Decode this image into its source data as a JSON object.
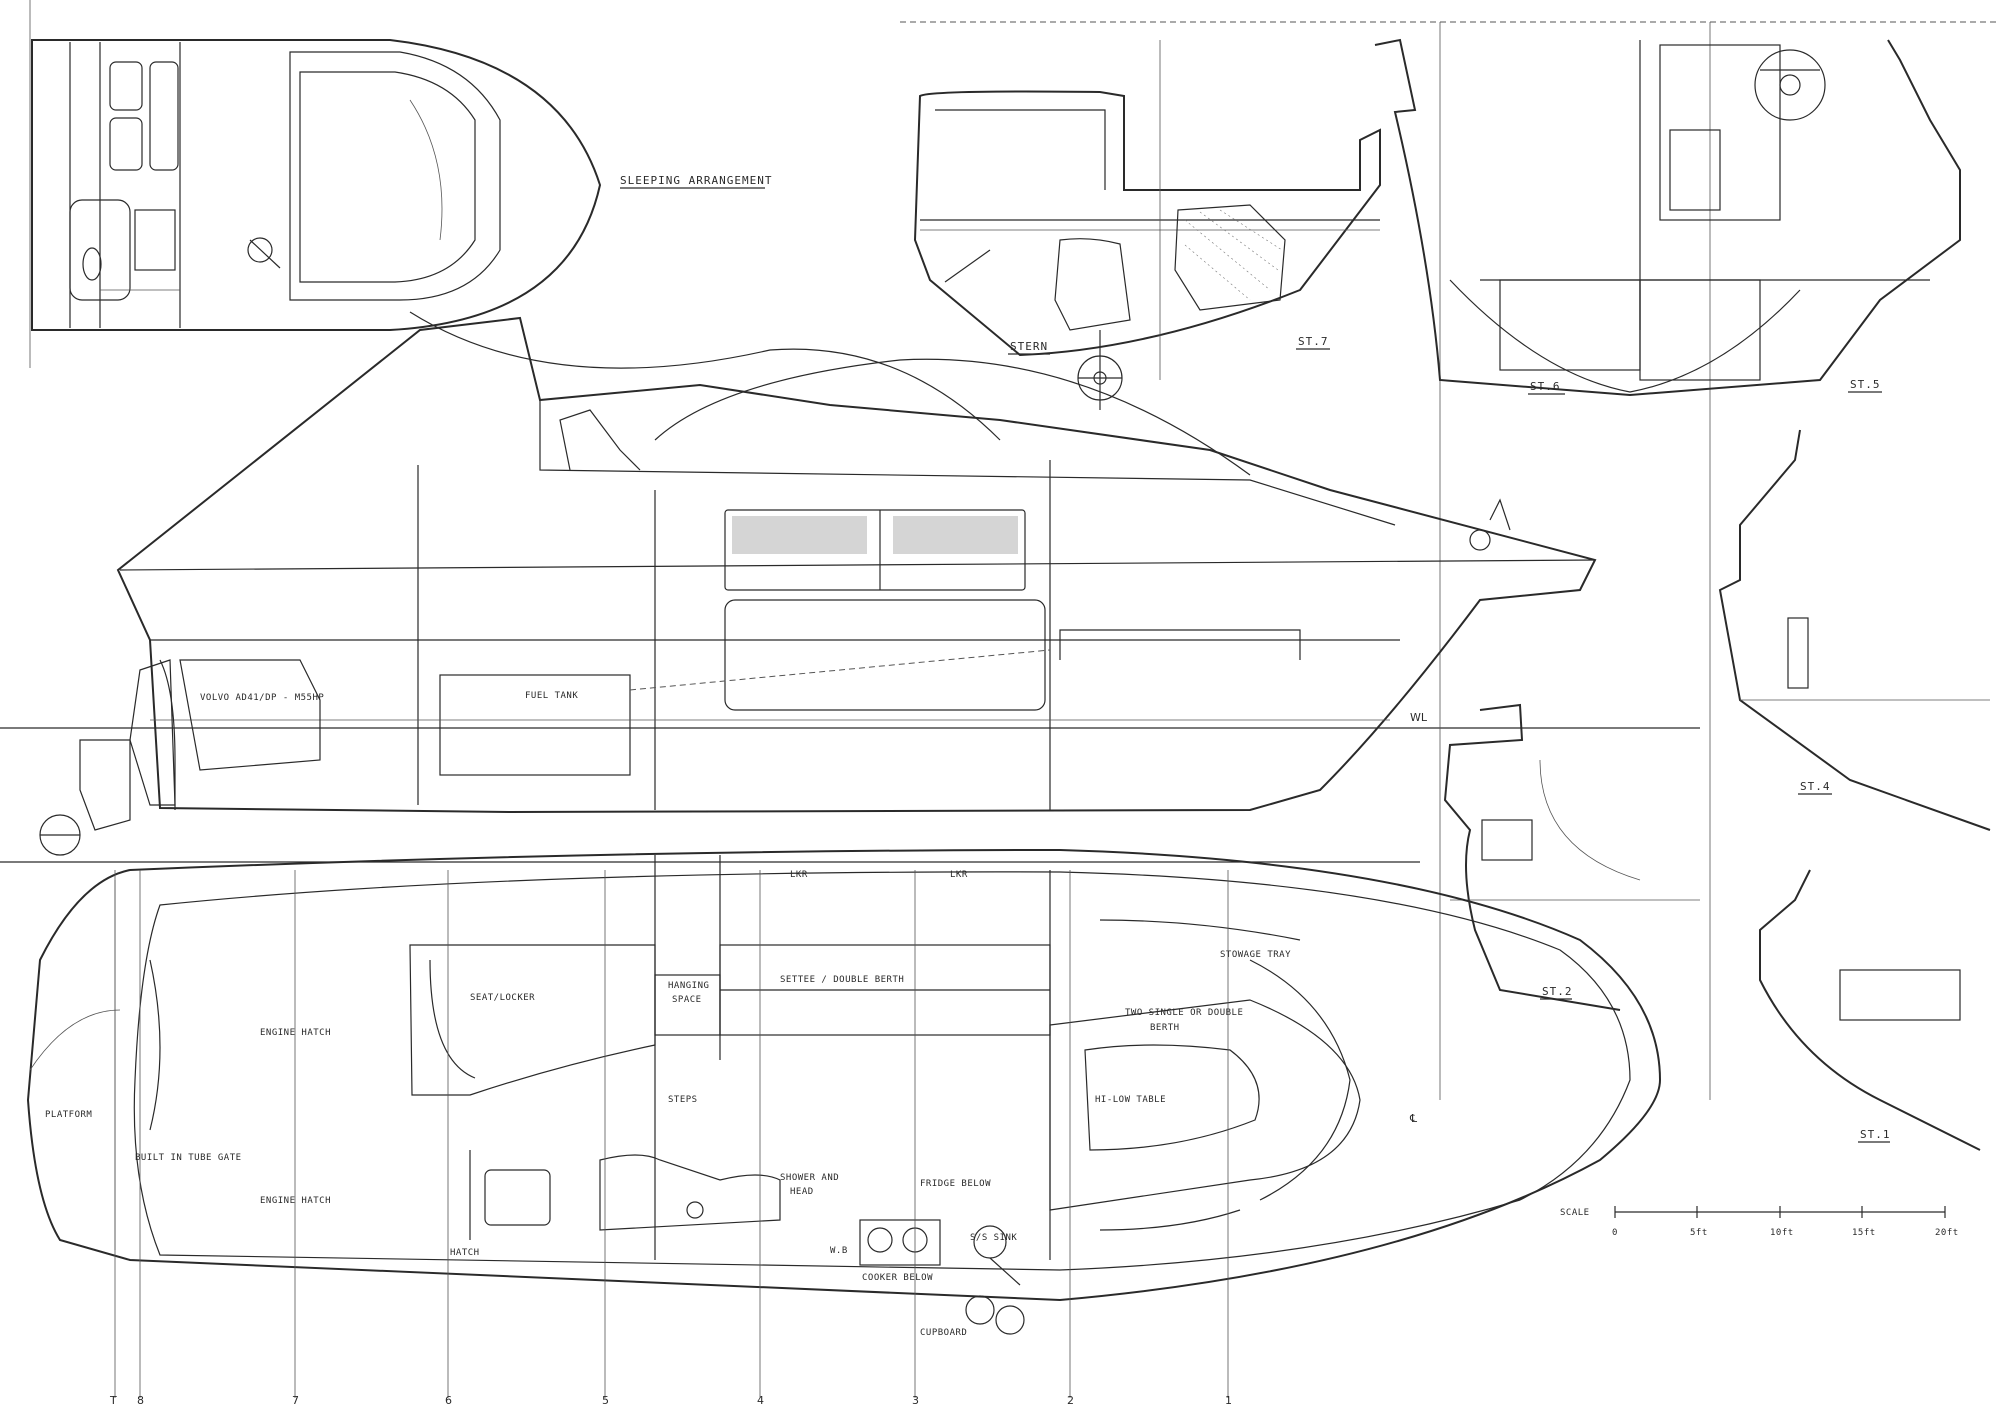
{
  "labels": {
    "sleeping_arrangement": "SLEEPING ARRANGEMENT",
    "stern": "STERN",
    "st7": "ST.7",
    "st6": "ST.6",
    "st5": "ST.5",
    "st4": "ST.4",
    "st2": "ST.2",
    "st1": "ST.1",
    "engine": "VOLVO AD41/DP - M55HP",
    "fuel_tank": "FUEL TANK",
    "wl": "WL",
    "lkr1": "LKR",
    "lkr2": "LKR",
    "seat_locker": "SEAT/LOCKER",
    "hanging_space_1": "HANGING",
    "hanging_space_2": "SPACE",
    "settee": "SETTEE / DOUBLE BERTH",
    "stowage_tray": "STOWAGE TRAY",
    "berth_1": "TWO SINGLE OR DOUBLE",
    "berth_2": "BERTH",
    "engine_hatch_1": "ENGINE HATCH",
    "engine_hatch_2": "ENGINE HATCH",
    "steps": "STEPS",
    "hi_low_table": "HI-LOW TABLE",
    "platform": "PLATFORM",
    "built_in_tube_gate": "BUILT IN TUBE GATE",
    "shower_1": "SHOWER AND",
    "shower_2": "HEAD",
    "fridge": "FRIDGE BELOW",
    "sink": "S/S SINK",
    "wb": "W.B",
    "cooker": "COOKER BELOW",
    "hatch": "HATCH",
    "cupboard": "CUPBOARD",
    "cl": "℄"
  },
  "scale": {
    "title": "SCALE",
    "ticks": [
      "0",
      "5ft",
      "10ft",
      "15ft",
      "20ft"
    ]
  },
  "stations": [
    "T",
    "8",
    "7",
    "6",
    "5",
    "4",
    "3",
    "2",
    "1"
  ]
}
